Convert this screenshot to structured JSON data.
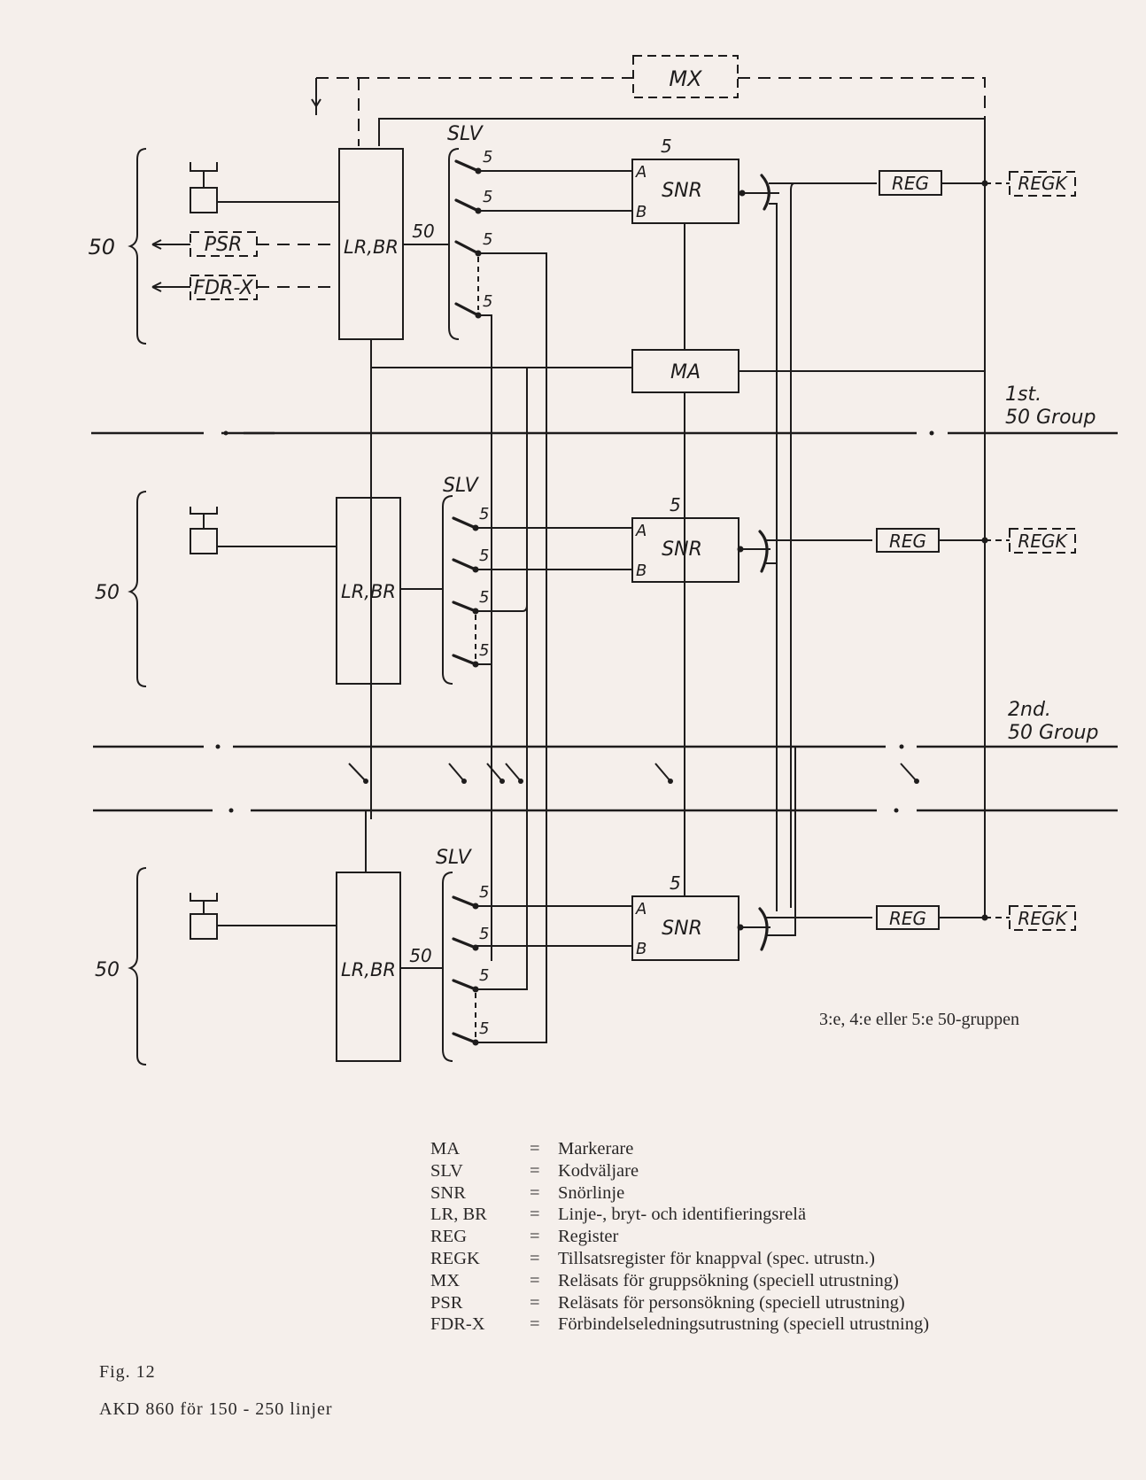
{
  "diagram": {
    "blocks": {
      "mx": "MX",
      "psr": "PSR",
      "fdr_x": "FDR-X",
      "lr_br": "LR,BR",
      "slv": "SLV",
      "snr": "SNR",
      "ma": "MA",
      "reg": "REG",
      "regk": "REGK",
      "port_a": "A",
      "port_b": "B"
    },
    "numbers": {
      "lines_per_group": "50",
      "switch_multiple": "5",
      "snr_count": "5",
      "lr_to_slv": "50"
    },
    "group_labels": {
      "first_line1": "1st.",
      "first_line2": "50 Group",
      "second_line1": "2nd.",
      "second_line2": "50 Group"
    },
    "groups_note": "3:e, 4:e eller 5:e   50-gruppen"
  },
  "legend": [
    {
      "abbr": "MA",
      "eq": "=",
      "desc": "Markerare"
    },
    {
      "abbr": "SLV",
      "eq": "=",
      "desc": "Kodväljare"
    },
    {
      "abbr": "SNR",
      "eq": "=",
      "desc": "Snörlinje"
    },
    {
      "abbr": "LR, BR",
      "eq": "=",
      "desc": "Linje-, bryt- och identifieringsrelä"
    },
    {
      "abbr": "REG",
      "eq": "=",
      "desc": "Register"
    },
    {
      "abbr": "REGK",
      "eq": "=",
      "desc": "Tillsatsregister för knappval (spec. utrustn.)"
    },
    {
      "abbr": "MX",
      "eq": "=",
      "desc": "Reläsats för gruppsökning (speciell utrustning)"
    },
    {
      "abbr": "PSR",
      "eq": "=",
      "desc": "Reläsats för personsökning (speciell utrustning)"
    },
    {
      "abbr": "FDR-X",
      "eq": "=",
      "desc": "Förbindelseledningsutrustning (speciell utrustning)"
    }
  ],
  "caption": {
    "fig": "Fig. 12",
    "title": "AKD 860  för  150 - 250 linjer"
  }
}
